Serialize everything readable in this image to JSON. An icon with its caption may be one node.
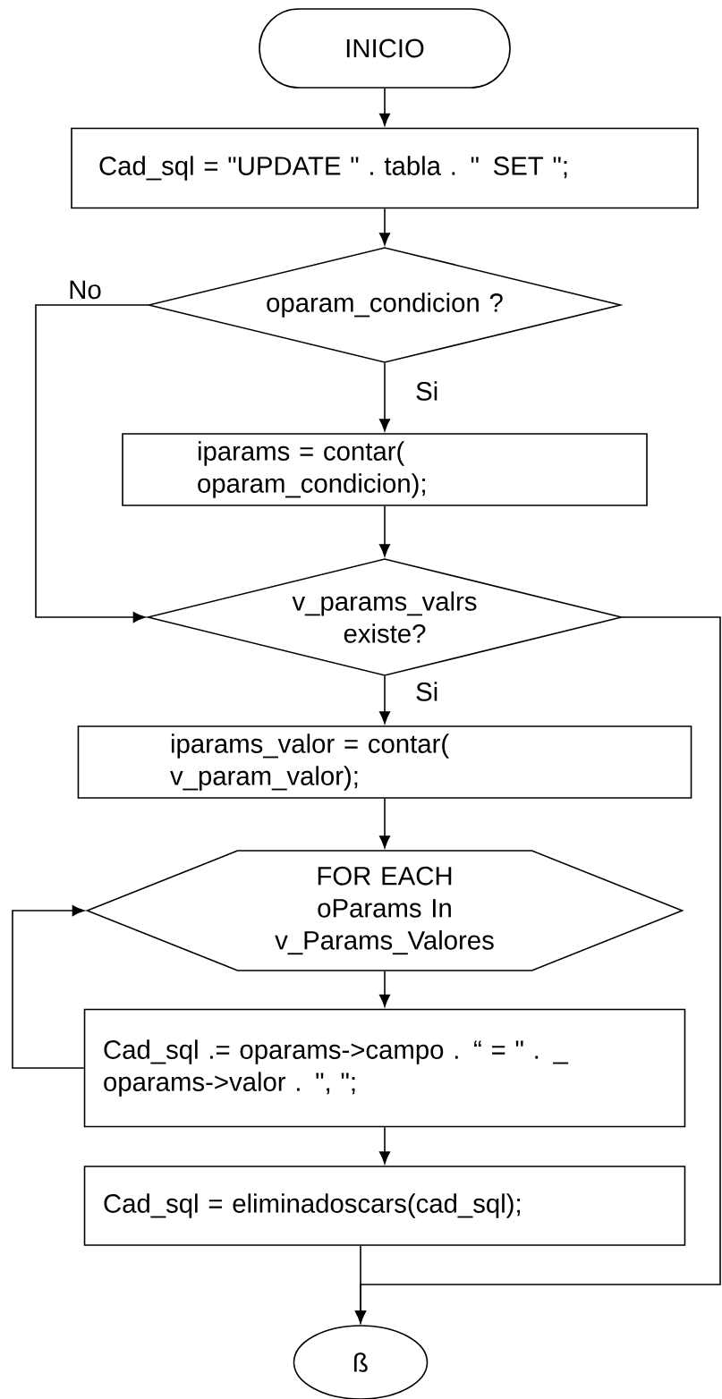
{
  "diagram": {
    "nodes": [
      {
        "text": [
          "INICIO"
        ]
      },
      {
        "text": [
          "Cad_sql = \"UPDATE \" . tabla . \" SET \";"
        ]
      },
      {
        "text": [
          "oparam_condicion ?"
        ]
      },
      {
        "text": [
          "iparams = contar( oparam_condicion);"
        ]
      },
      {
        "text": [
          "v_params_valrs existe?"
        ]
      },
      {
        "text": [
          "iparams_valor = contar( v_param_valor);"
        ]
      },
      {
        "text": [
          "FOR EACH oParams In v_Params_Valores"
        ]
      },
      {
        "text": [
          "Cad_sql .= oparams->campo . “  = \" . _ oparams->valor . \", \";"
        ]
      },
      {
        "text": [
          "Cad_sql = eliminadoscars(cad_sql);"
        ]
      },
      {
        "text": [
          "ß"
        ]
      }
    ],
    "edges": [
      {
        "from": 0,
        "to": 1,
        "arrow": "to"
      },
      {
        "from": 1,
        "to": 2,
        "arrow": "to"
      },
      {
        "from": 2,
        "to": 3,
        "arrow": "to",
        "label": "Si"
      },
      {
        "from": 2,
        "to": 4,
        "arrow": "to",
        "label": "No"
      },
      {
        "from": 3,
        "to": 4,
        "arrow": "to"
      },
      {
        "from": 4,
        "to": 9,
        "arrow": "to"
      },
      {
        "from": 4,
        "to": 5,
        "arrow": "to",
        "label": "Si"
      },
      {
        "from": 5,
        "to": 6,
        "arrow": "to"
      },
      {
        "from": 6,
        "to": 7,
        "arrow": "to"
      },
      {
        "from": 7,
        "to": 6,
        "arrow": "to"
      },
      {
        "from": 7,
        "to": 8,
        "arrow": "to"
      },
      {
        "from": 8,
        "to": 9,
        "arrow": "to"
      }
    ]
  }
}
